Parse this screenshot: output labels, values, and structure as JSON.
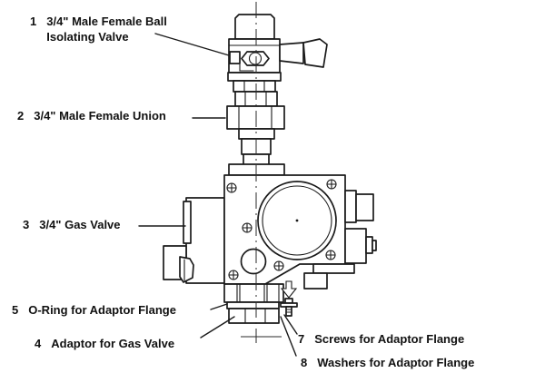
{
  "diagram": {
    "description": "Exploded line diagram of a gas valve assembly with numbered part labels",
    "background_color": "#ffffff",
    "line_color": "#1a1a1a",
    "labels": {
      "ball_valve": {
        "number": "1",
        "line1": "3/4\" Male Female Ball",
        "line2": "Isolating Valve"
      },
      "union": {
        "number": "2",
        "line1": "3/4\" Male Female Union"
      },
      "gas_valve": {
        "number": "3",
        "line1": "3/4\" Gas Valve"
      },
      "oring": {
        "number": "5",
        "line1": "O-Ring for Adaptor Flange"
      },
      "adaptor": {
        "number": "4",
        "line1": "Adaptor for Gas Valve"
      },
      "screws": {
        "number": "7",
        "line1": "Screws for Adaptor Flange"
      },
      "washers": {
        "number": "8",
        "line1": "Washers for Adaptor Flange"
      }
    }
  }
}
